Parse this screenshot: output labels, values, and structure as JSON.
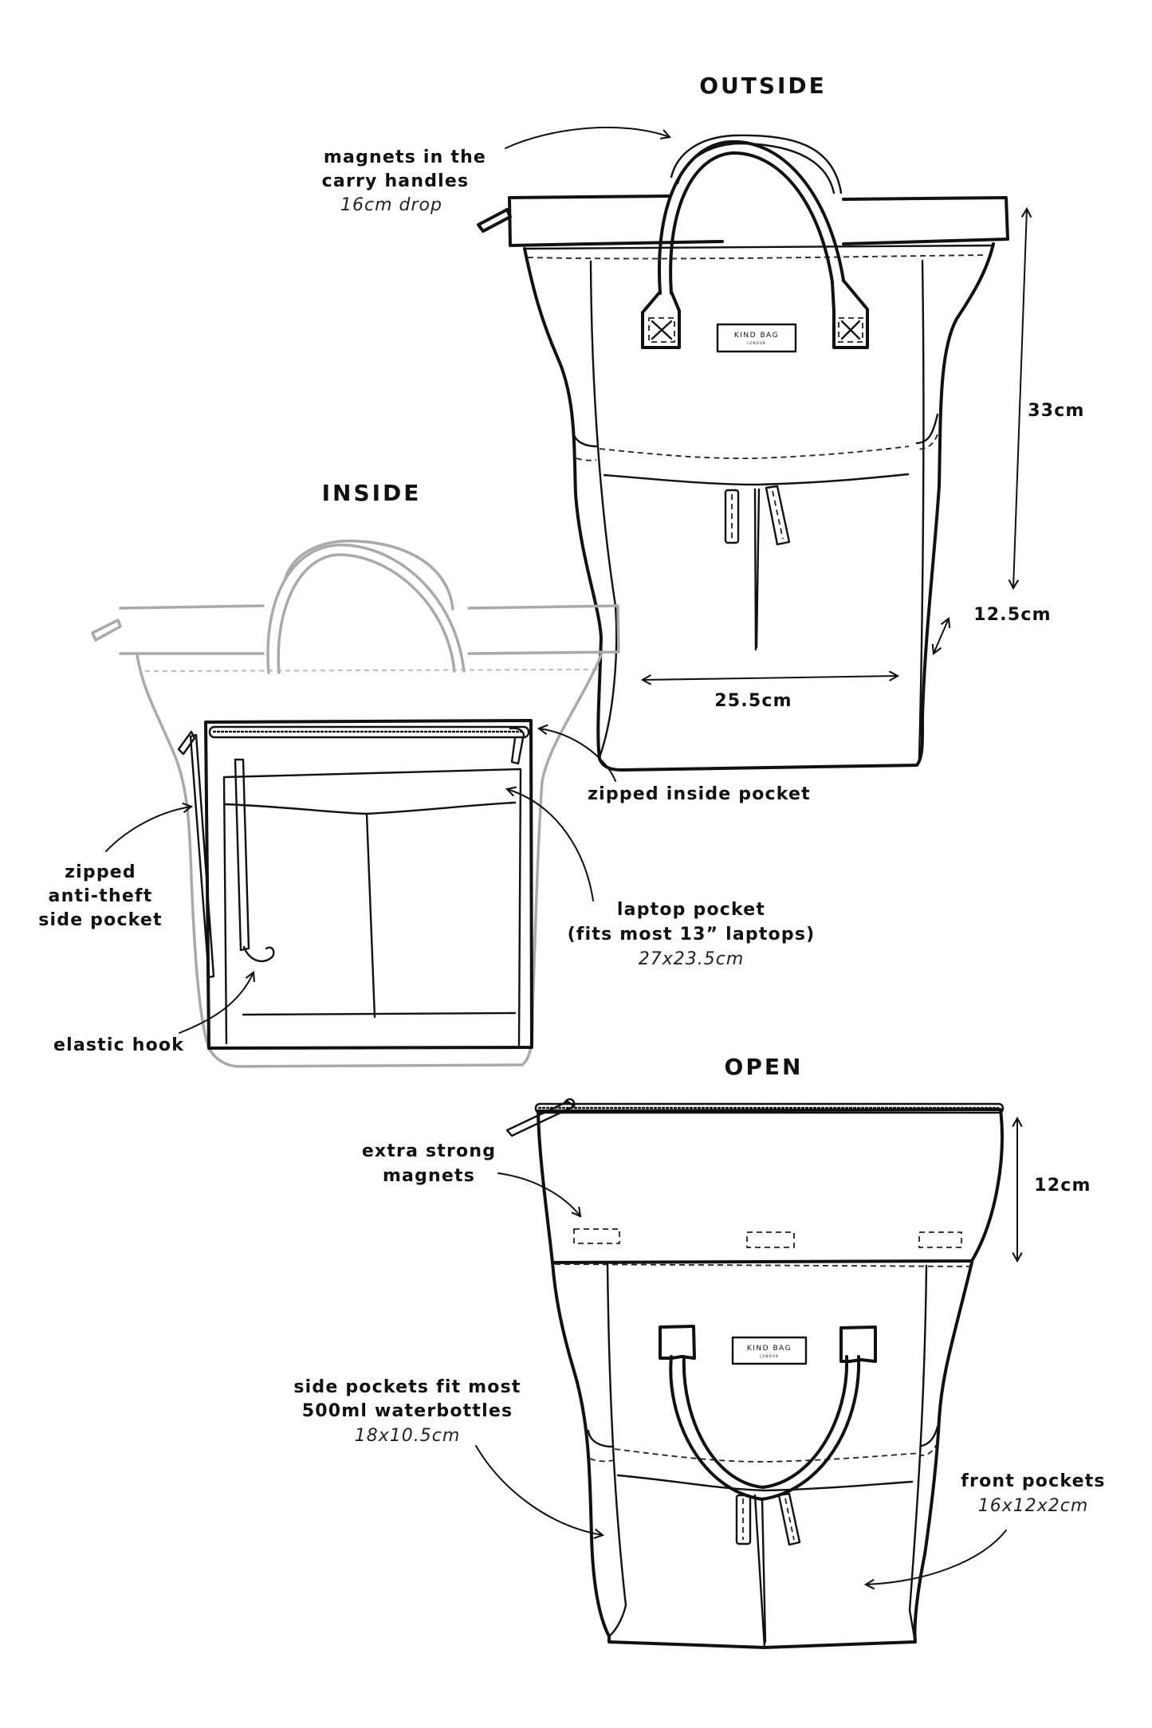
{
  "sections": {
    "outside": {
      "title": "OUTSIDE",
      "handles_label": [
        "magnets in the",
        "carry handles"
      ],
      "handles_note": "16cm drop",
      "height": "33cm",
      "depth": "12.5cm",
      "width": "25.5cm",
      "brand_tag": [
        "KIND BAG",
        "LONDON"
      ]
    },
    "inside": {
      "title": "INSIDE",
      "zipped_inside_pocket": "zipped inside pocket",
      "anti_theft": [
        "zipped",
        "anti-theft",
        "side pocket"
      ],
      "laptop": [
        "laptop pocket",
        "(fits most 13” laptops)"
      ],
      "laptop_note": "27x23.5cm",
      "elastic_hook": "elastic hook"
    },
    "open": {
      "title": "OPEN",
      "magnets": [
        "extra strong",
        "magnets"
      ],
      "top_height": "12cm",
      "side_pockets": [
        "side pockets fit most",
        "500ml waterbottles"
      ],
      "side_pockets_note": "18x10.5cm",
      "front_pockets": "front pockets",
      "front_pockets_note": "16x12x2cm",
      "brand_tag": [
        "KIND BAG",
        "LONDON"
      ]
    }
  },
  "colors": {
    "line": "#111111",
    "inside_outline": "#a9a9a9"
  }
}
